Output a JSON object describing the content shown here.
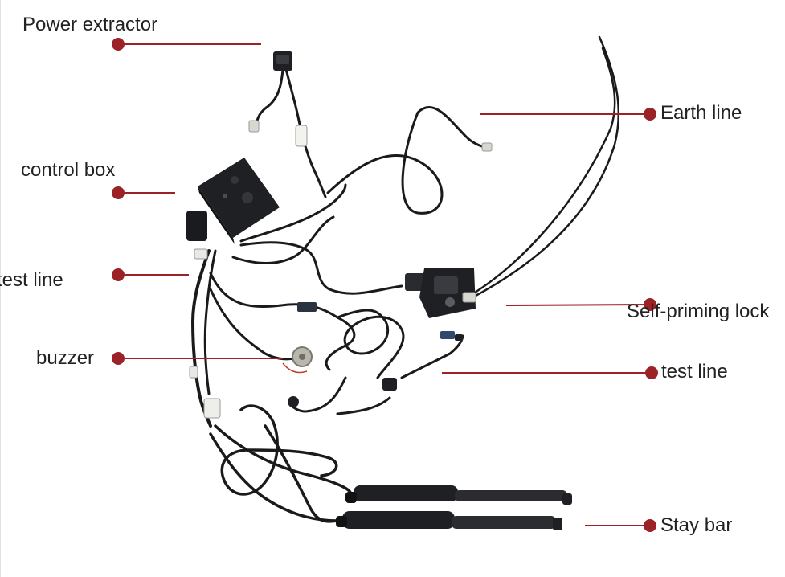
{
  "labels": {
    "power_extractor": "Power extractor",
    "control_box": "control box",
    "test_line_left": "test line",
    "buzzer": "buzzer",
    "earth_line": "Earth line",
    "self_priming_lock": "Self-priming lock",
    "test_line_right": "test line",
    "stay_bar": "Stay bar"
  },
  "colors": {
    "callout": "#9b2227",
    "label_text": "#222222",
    "cable": "#1a1a1a",
    "device_body": "#1f2024"
  }
}
